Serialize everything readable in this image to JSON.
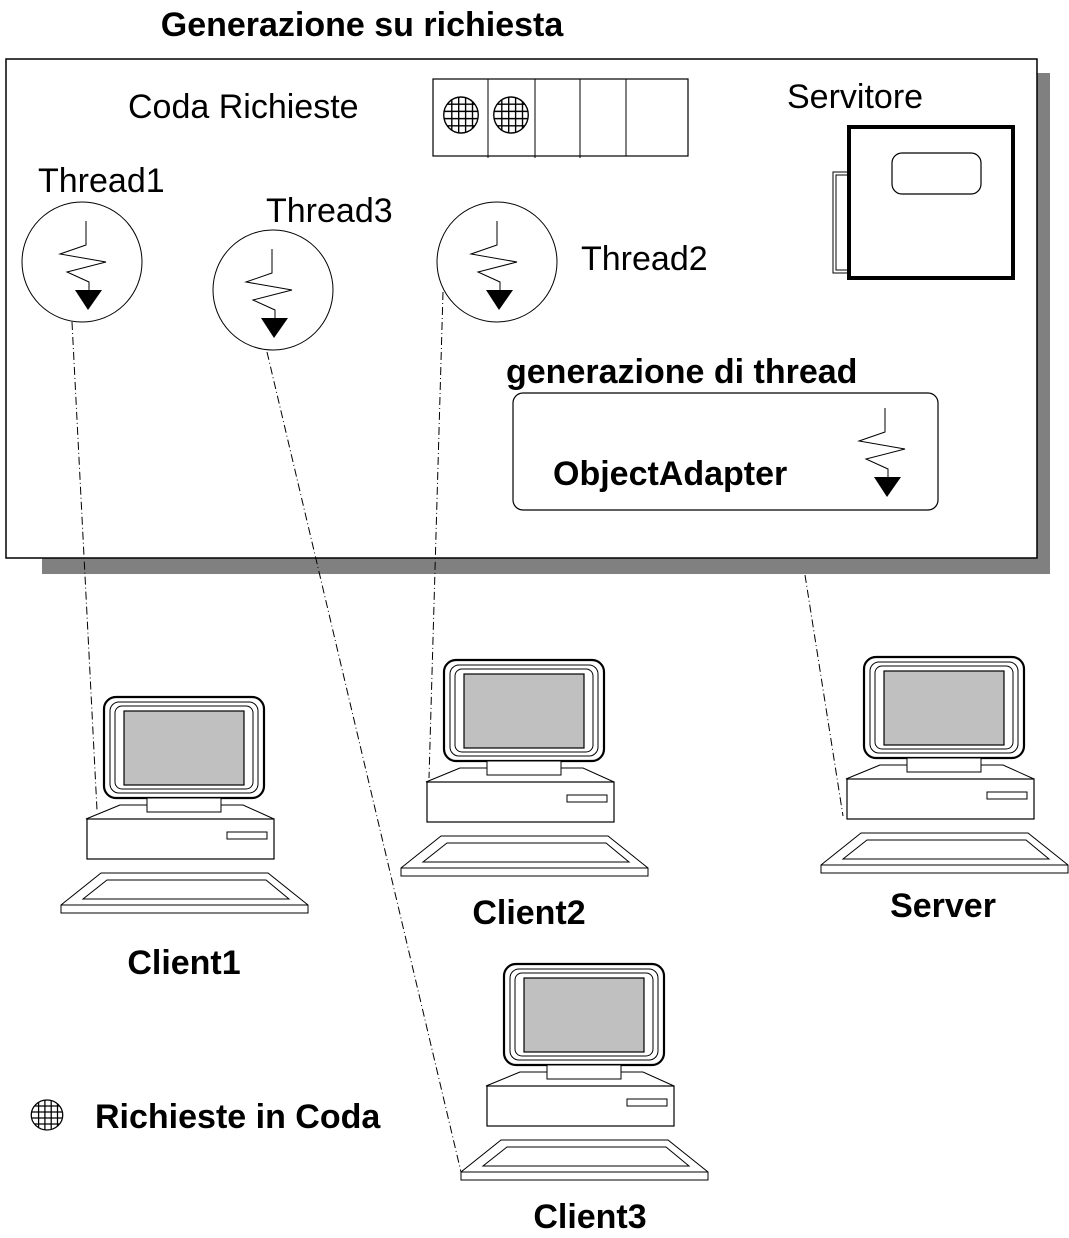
{
  "title": "Generazione su richiesta",
  "colors": {
    "shadow": "#808080",
    "screen": "#c0c0c0",
    "line": "#000000",
    "background": "#ffffff"
  },
  "process_box": {
    "queue": {
      "label": "Coda Richieste",
      "cells": 5,
      "filled_cells": 2
    },
    "servant": {
      "label": "Servitore"
    },
    "threads": [
      {
        "label": "Thread1"
      },
      {
        "label": "Thread3"
      },
      {
        "label": "Thread2"
      }
    ],
    "adapter": {
      "caption": "generazione di thread",
      "label": "ObjectAdapter"
    }
  },
  "computers": [
    {
      "label": "Client1"
    },
    {
      "label": "Client2"
    },
    {
      "label": "Server"
    },
    {
      "label": "Client3"
    }
  ],
  "legend": {
    "icon": "queued-request-icon",
    "label": "Richieste in Coda"
  }
}
